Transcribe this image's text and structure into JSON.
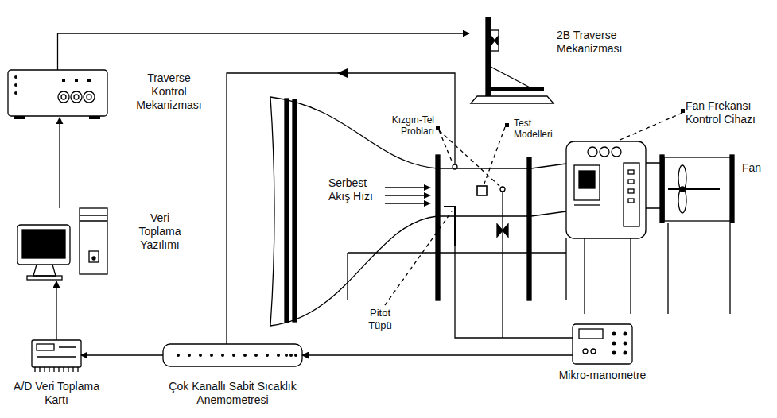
{
  "diagram": {
    "nodes": [
      {
        "text": [
          "Traverse Kontrol Mekanizması"
        ]
      },
      {
        "text": [
          "2B Traverse Mekanizması"
        ]
      },
      {
        "text": [
          "Veri Toplama Yazılımı"
        ]
      },
      {
        "text": [
          "A/D Veri Toplama Kartı"
        ]
      },
      {
        "text": [
          "Çok Kanallı Sabit Sıcaklık Anemometresi"
        ]
      },
      {
        "text": [
          "Mikro-manometre"
        ]
      },
      {
        "text": [
          "Fan Frekansı Kontrol Cihazı"
        ]
      },
      {
        "text": [
          "Fan"
        ]
      }
    ],
    "edges": [
      {
        "from": 0,
        "to": 1,
        "arrow": "to"
      },
      {
        "from": 2,
        "to": 0,
        "arrow": "to"
      },
      {
        "from": 3,
        "to": 2,
        "arrow": "to"
      },
      {
        "from": 4,
        "to": 3,
        "arrow": "to"
      },
      {
        "from": 5,
        "to": 4,
        "arrow": "to"
      }
    ],
    "labels": [
      "Kızgın-Tel Probları",
      "Test Modelleri",
      "Serbest Akış Hızı",
      "Pitot Tüpü"
    ]
  }
}
